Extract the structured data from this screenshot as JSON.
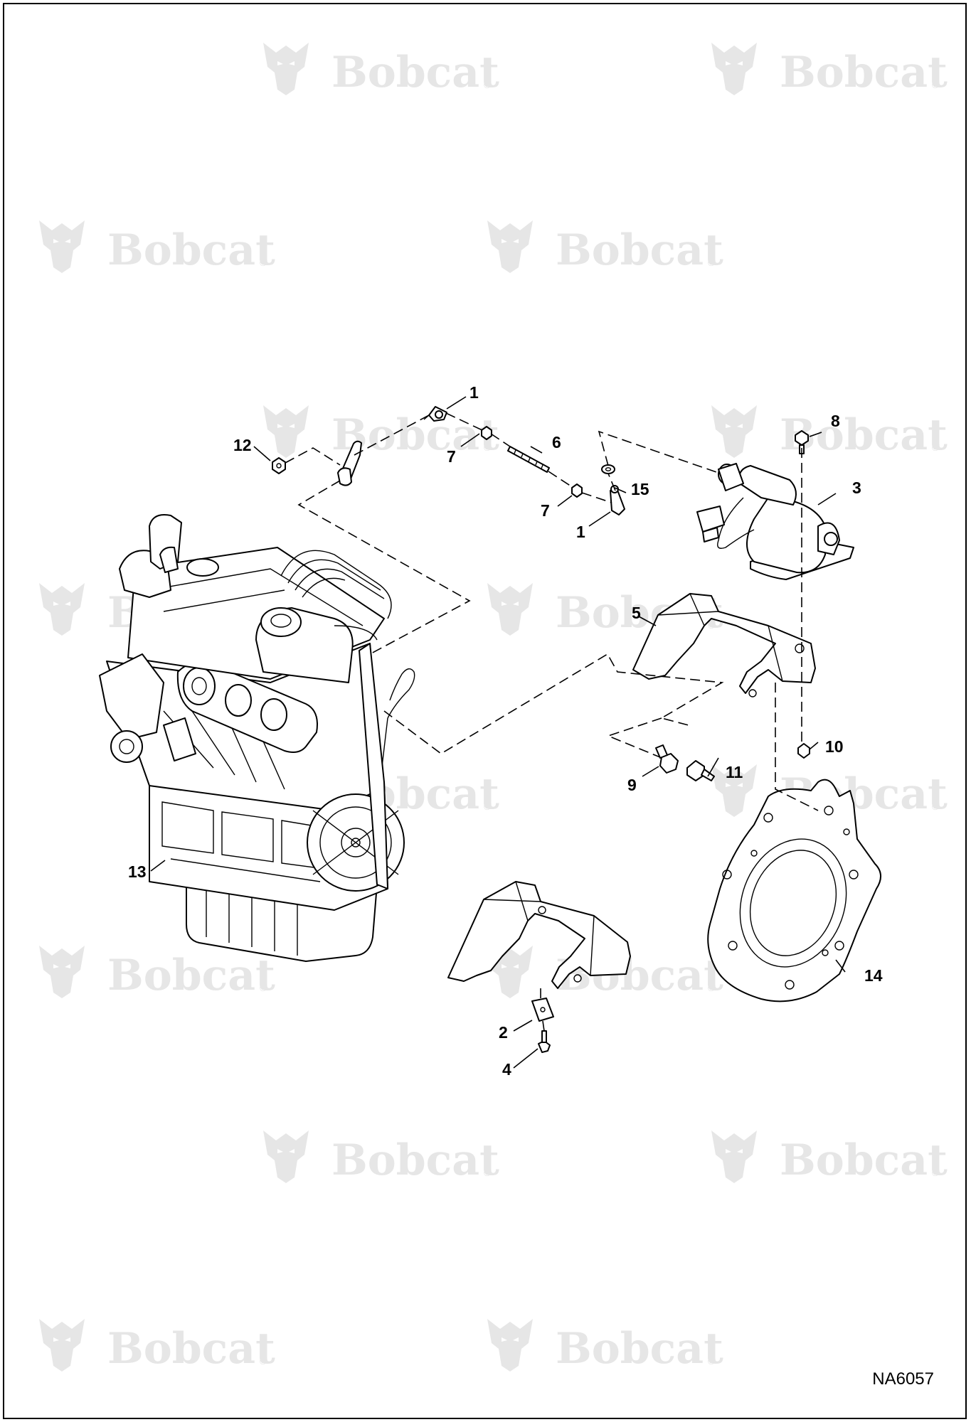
{
  "watermark": {
    "text": "Bobcat",
    "reg_mark": "®"
  },
  "drawing_number": "NA6057",
  "callouts": [
    {
      "id": "c1a",
      "label": "1"
    },
    {
      "id": "c1b",
      "label": "1"
    },
    {
      "id": "c2",
      "label": "2"
    },
    {
      "id": "c3",
      "label": "3"
    },
    {
      "id": "c4",
      "label": "4"
    },
    {
      "id": "c5",
      "label": "5"
    },
    {
      "id": "c6",
      "label": "6"
    },
    {
      "id": "c7a",
      "label": "7"
    },
    {
      "id": "c7b",
      "label": "7"
    },
    {
      "id": "c8",
      "label": "8"
    },
    {
      "id": "c9",
      "label": "9"
    },
    {
      "id": "c10",
      "label": "10"
    },
    {
      "id": "c11",
      "label": "11"
    },
    {
      "id": "c12",
      "label": "12"
    },
    {
      "id": "c13",
      "label": "13"
    },
    {
      "id": "c14",
      "label": "14"
    },
    {
      "id": "c15",
      "label": "15"
    }
  ]
}
